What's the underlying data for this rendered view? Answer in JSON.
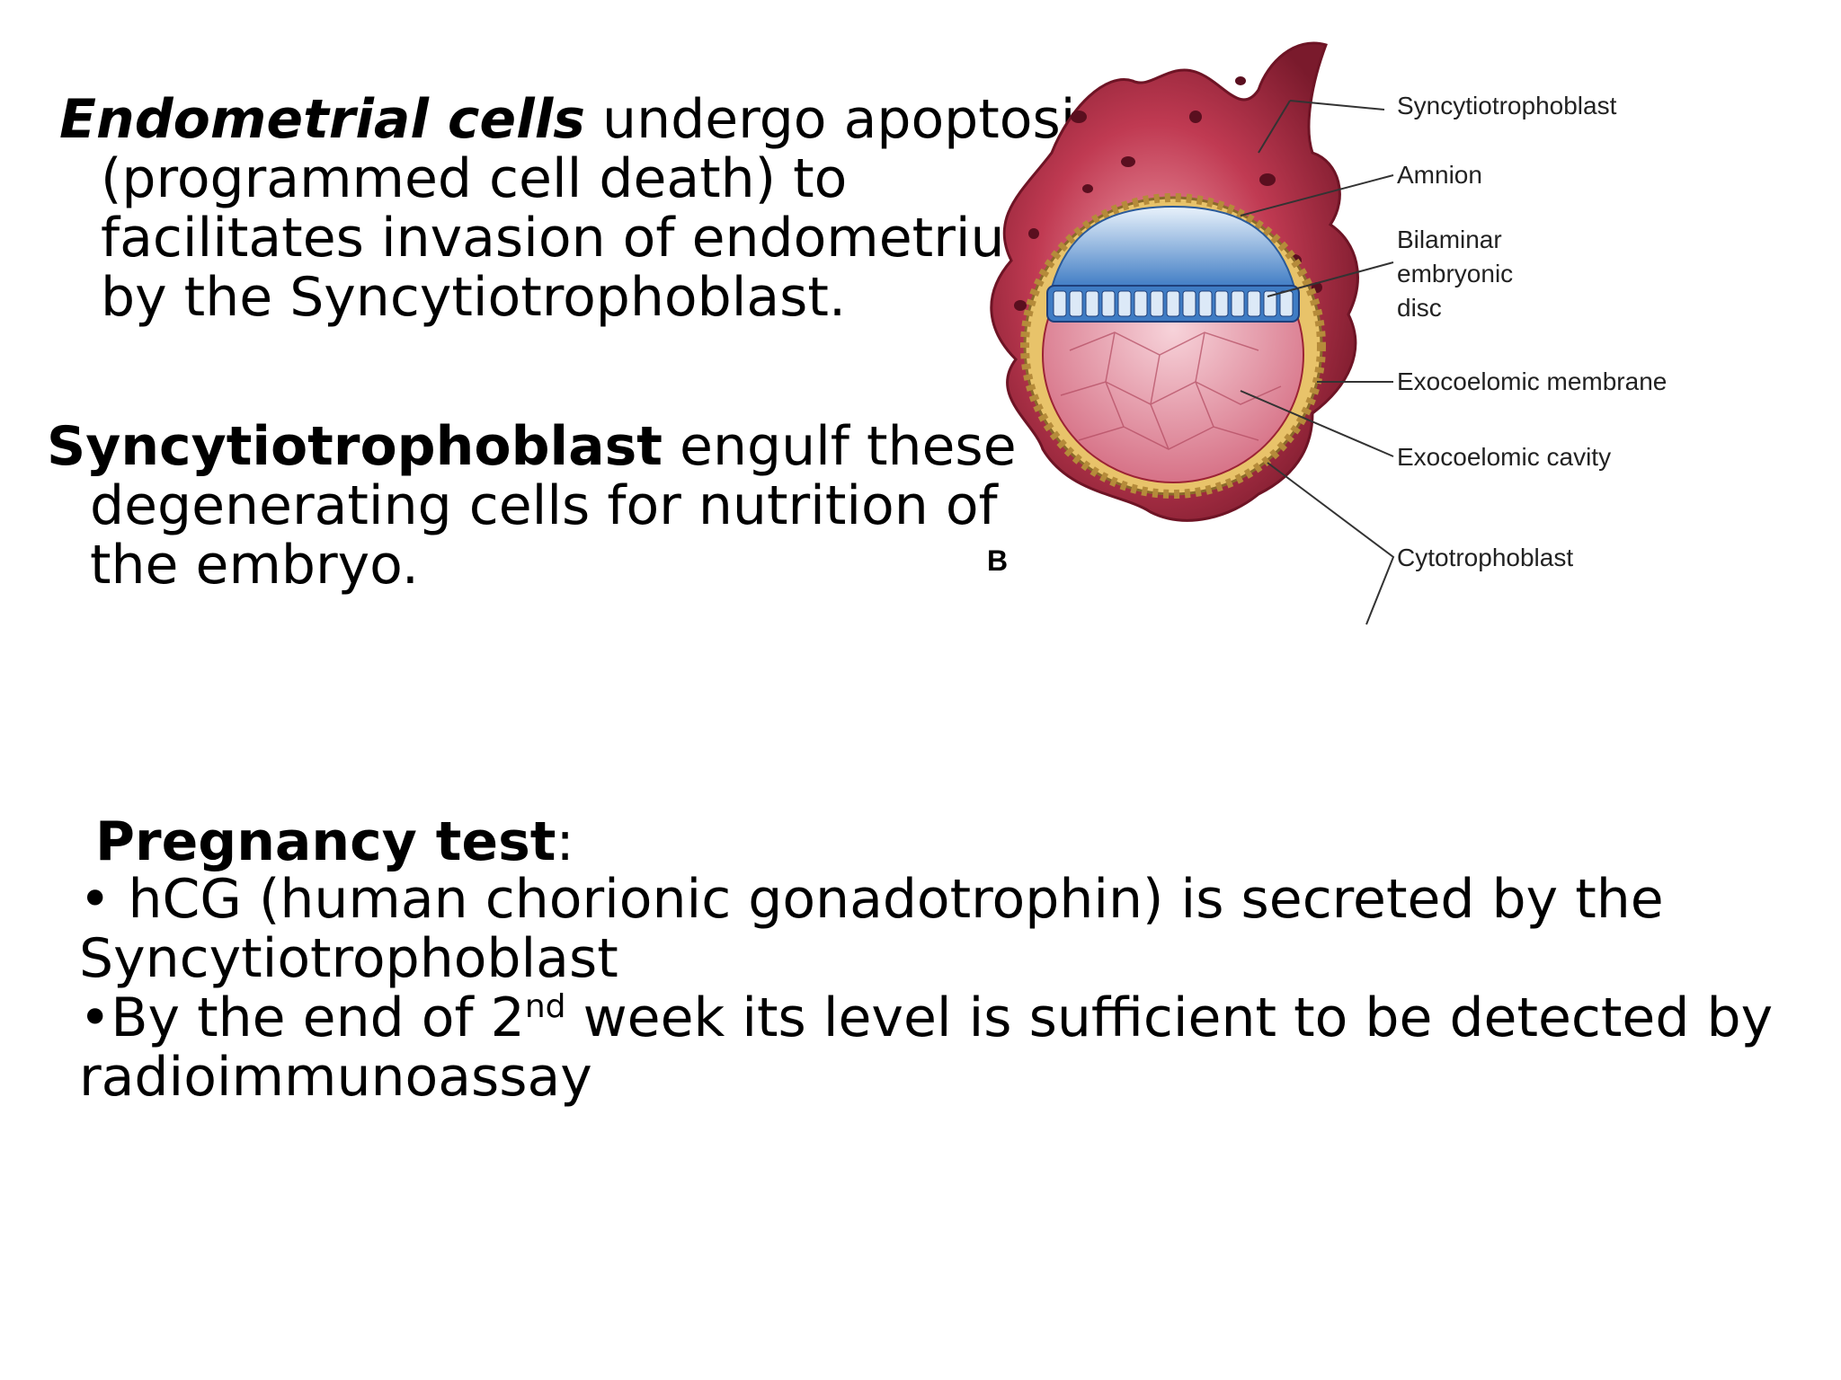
{
  "paragraph1": {
    "bold_italic": "Endometrial cells",
    "line1_rest": " undergo apoptosis",
    "line2": "(programmed cell death) to",
    "line3": "facilitates invasion of endometrium",
    "line4": "by the Syncytiotrophoblast."
  },
  "paragraph2": {
    "bold": "Syncytiotrophoblast",
    "line1_rest": " engulf these",
    "line2": "degenerating cells for nutrition of",
    "line3": "the embryo."
  },
  "pregnancy": {
    "title": "Pregnancy test",
    "colon": ":",
    "bullet1_line1": "• hCG (human chorionic gonadotrophin) is secreted by the",
    "bullet1_line2": "Syncytiotrophoblast",
    "bullet2_prefix": "•By  the end of 2",
    "bullet2_sup": "nd",
    "bullet2_suffix": " week its level is sufficient to be detected by",
    "bullet2_line2": "radioimmunoassay"
  },
  "diagram": {
    "figure_letter": "B",
    "labels": {
      "syncytiotrophoblast": "Syncytiotrophoblast",
      "amnion": "Amnion",
      "bilaminar1": "Bilaminar",
      "bilaminar2": "embryonic",
      "bilaminar3": "disc",
      "exocoelomic_membrane": "Exocoelomic membrane",
      "exocoelomic_cavity": "Exocoelomic cavity",
      "cytotrophoblast": "Cytotrophoblast"
    },
    "colors": {
      "syncytio": "#9b2335",
      "syncytio_dark": "#6e1425",
      "cyto": "#e8c36a",
      "disc": "#3f7cc4",
      "cavity": "#e79aa7"
    }
  }
}
